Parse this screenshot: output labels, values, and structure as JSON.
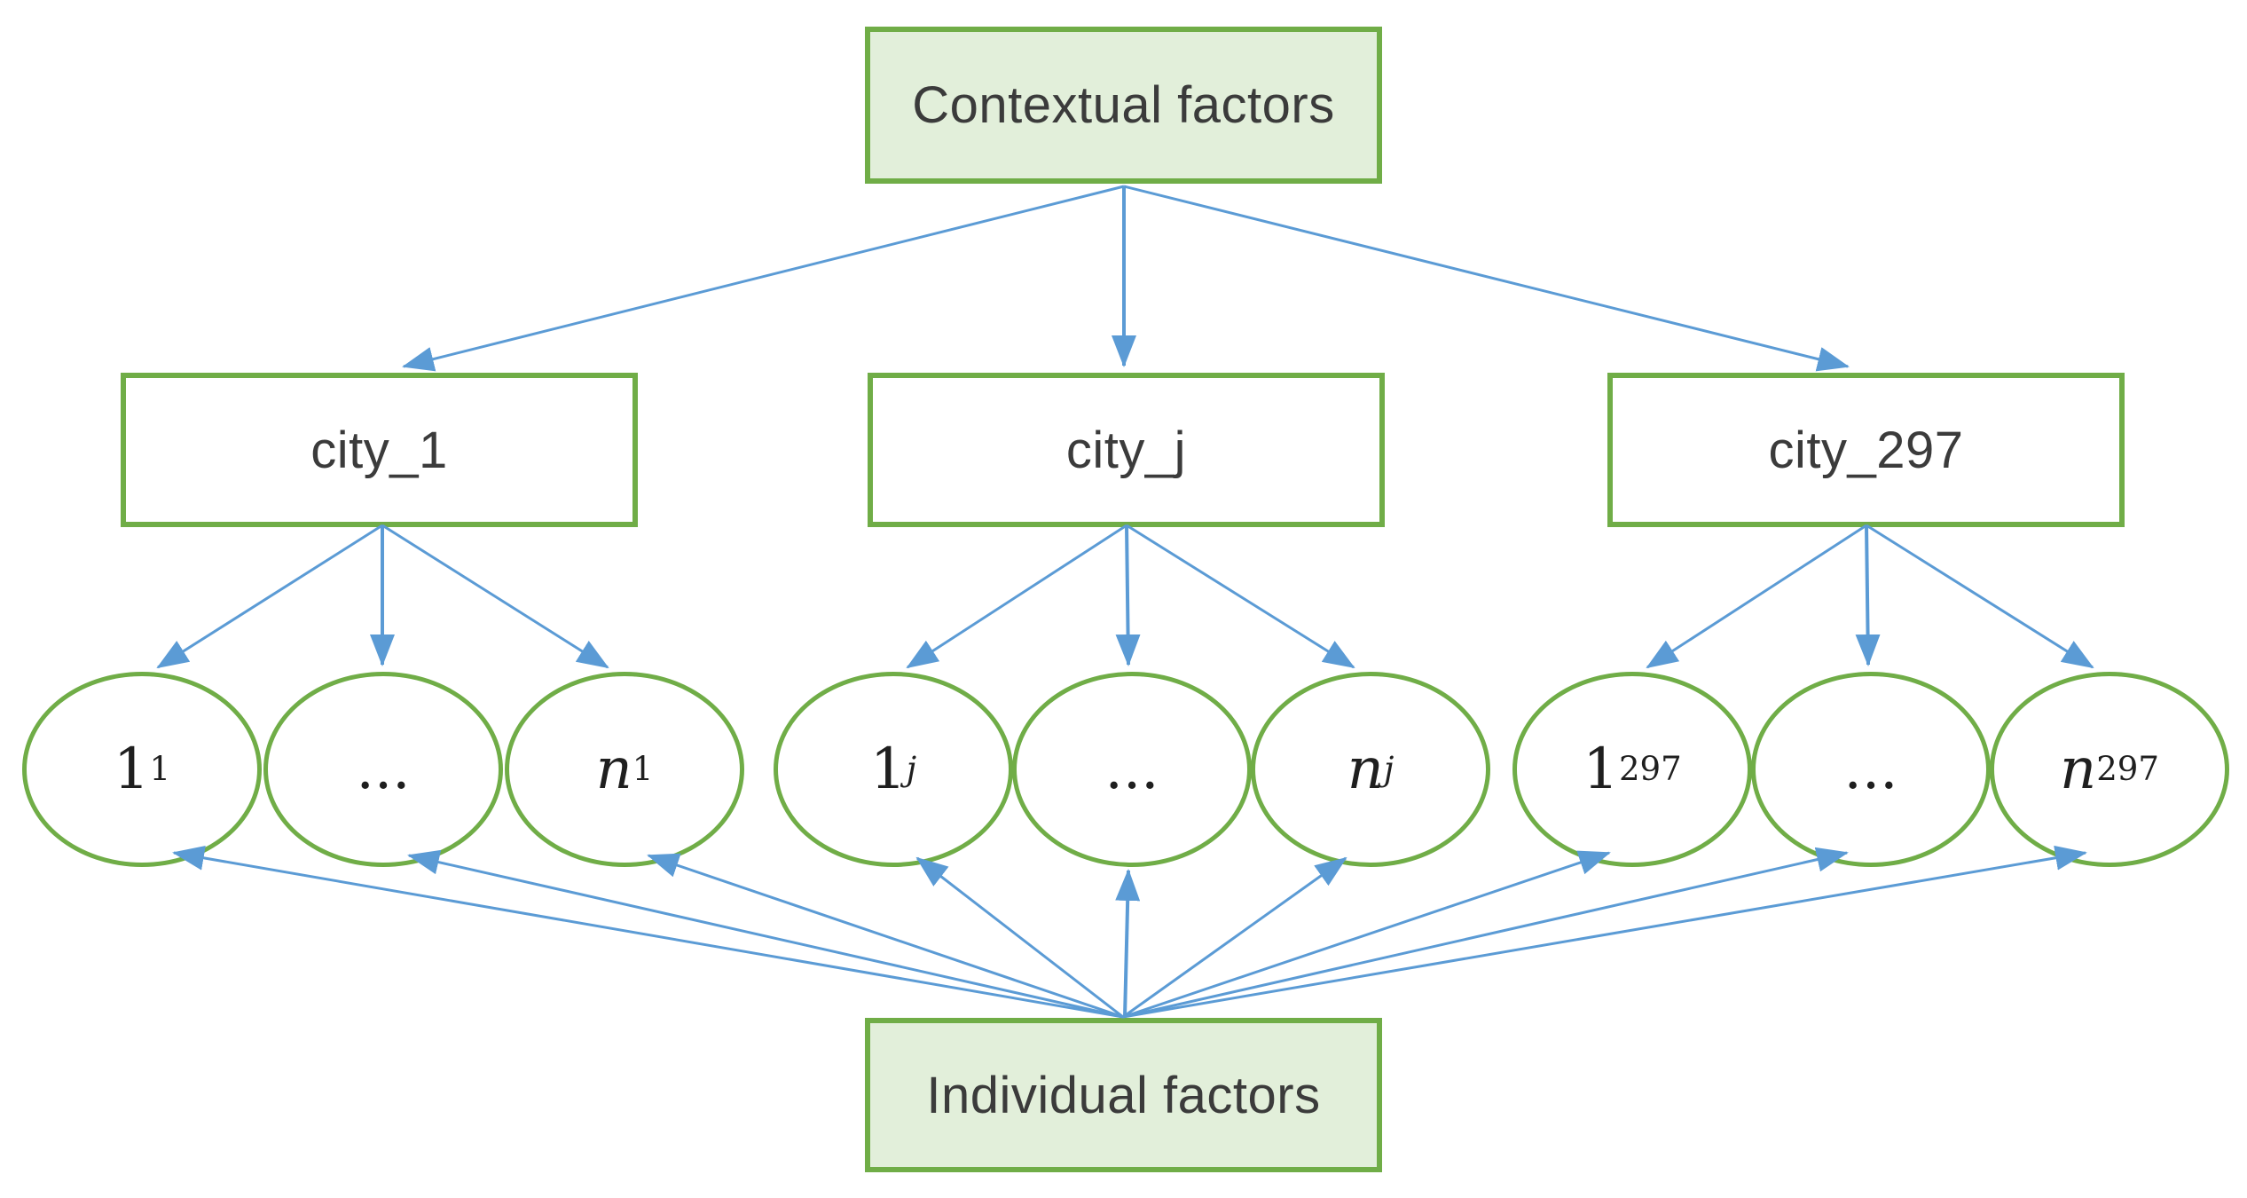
{
  "diagram": {
    "top_box": {
      "label": "Contextual factors"
    },
    "bottom_box": {
      "label": "Individual factors"
    },
    "city_boxes": [
      {
        "label": "city_1"
      },
      {
        "label": "city_j"
      },
      {
        "label": "city_297"
      }
    ],
    "circles": [
      {
        "main": "1",
        "sub": "1"
      },
      {
        "main": "...",
        "sub": ""
      },
      {
        "main": "n",
        "sub": "1"
      },
      {
        "main": "1",
        "sub": "j"
      },
      {
        "main": "...",
        "sub": ""
      },
      {
        "main": "n",
        "sub": "j"
      },
      {
        "main": "1",
        "sub": "297"
      },
      {
        "main": "...",
        "sub": ""
      },
      {
        "main": "n",
        "sub": "297"
      }
    ],
    "colors": {
      "shape_border_green": "#70AD47",
      "factor_box_fill": "#E2EFDA",
      "city_box_fill": "#FFFFFF",
      "arrow_blue": "#5B9BD5",
      "label_text": "#3B3B3B"
    }
  }
}
